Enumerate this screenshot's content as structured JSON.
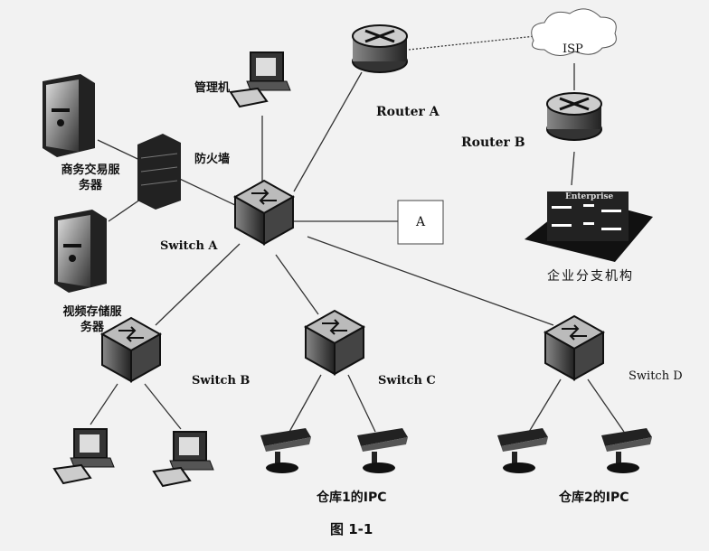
{
  "figure": {
    "caption": "图 1-1",
    "nodes": {
      "isp": "ISP",
      "router_a": "Router A",
      "router_b": "Router B",
      "branch": "企业分支机构",
      "building_sign": "Enterprise",
      "admin_pc": "管理机",
      "firewall": "防火墙",
      "commerce_server_l1": "商务交易服",
      "commerce_server_l2": "务器",
      "video_server_l1": "视频存储服",
      "video_server_l2": "务器",
      "switch_a": "Switch A",
      "box_a": "A",
      "switch_b": "Switch B",
      "switch_c": "Switch C",
      "switch_d": "Switch D",
      "ipc_1": "仓库1的IPC",
      "ipc_2": "仓库2的IPC"
    }
  }
}
